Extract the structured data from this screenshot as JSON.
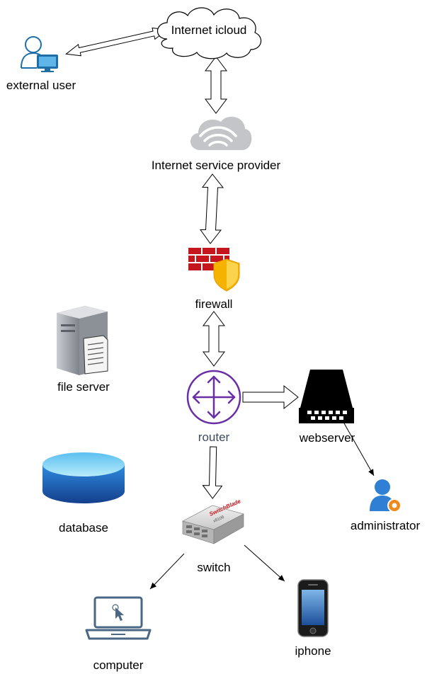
{
  "diagram": {
    "nodes": {
      "cloud": {
        "label": "Internet icloud",
        "icon": "cloud-icon"
      },
      "external_user": {
        "label": "external user",
        "icon": "user-computer-icon"
      },
      "isp": {
        "label": "Internet service provider",
        "icon": "wifi-cloud-icon"
      },
      "firewall": {
        "label": "firewall",
        "icon": "firewall-shield-icon"
      },
      "file_server": {
        "label": "file server",
        "icon": "file-server-icon"
      },
      "router": {
        "label": "router",
        "icon": "router-icon"
      },
      "webserver": {
        "label": "webserver",
        "icon": "server-icon"
      },
      "administrator": {
        "label": "administrator",
        "icon": "admin-user-icon"
      },
      "database": {
        "label": "database",
        "icon": "database-icon"
      },
      "switch": {
        "label": "switch",
        "icon": "switch-icon",
        "device_brand": "SwitchBlade",
        "device_model": "x8106"
      },
      "computer": {
        "label": "computer",
        "icon": "laptop-icon"
      },
      "iphone": {
        "label": "iphone",
        "icon": "phone-icon"
      }
    },
    "colors": {
      "router_label": "#3c4a5e",
      "router_icon": "#6a2fa6",
      "firewall_red": "#c4161c",
      "shield_yellow": "#f5b300",
      "user_blue": "#1e6fa8",
      "admin_blue": "#2f7fd4",
      "gear_orange": "#f08a1c",
      "database_blue": "#1f5fb4",
      "database_top": "#8fdcf7",
      "server_gray": "#a8abb0"
    }
  }
}
